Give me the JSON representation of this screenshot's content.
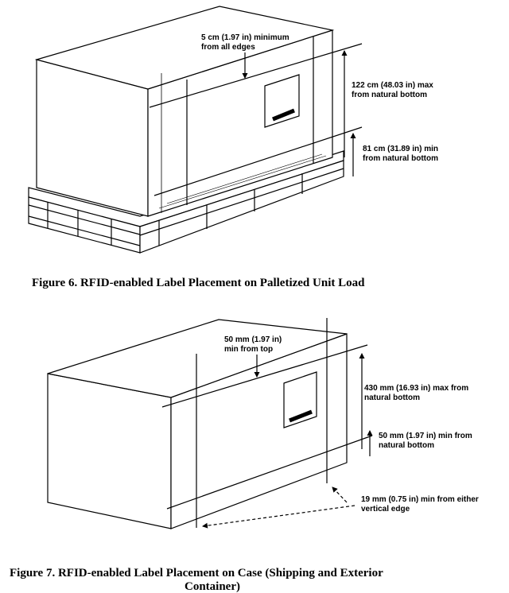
{
  "figure6": {
    "annotations": {
      "min_edges_line1": "5 cm (1.97 in) minimum",
      "min_edges_line2": "from all edges",
      "max_bottom_line1": "122 cm (48.03 in) max",
      "max_bottom_line2": "from natural bottom",
      "min_bottom_line1": "81 cm (31.89 in) min",
      "min_bottom_line2": "from natural bottom"
    },
    "caption": "Figure 6. RFID-enabled Label Placement on Palletized Unit Load"
  },
  "figure7": {
    "annotations": {
      "min_top_line1": "50 mm (1.97 in)",
      "min_top_line2": "min from top",
      "max_bottom_line1": "430 mm (16.93 in) max from",
      "max_bottom_line2": "natural bottom",
      "min_bottom_line1": "50 mm (1.97 in) min from",
      "min_bottom_line2": "natural bottom",
      "vertical_edge_line1": "19 mm (0.75 in) min from either",
      "vertical_edge_line2": "vertical edge"
    },
    "caption_line1": "Figure 7. RFID-enabled Label Placement on Case (Shipping and Exterior",
    "caption_line2": "Container)"
  }
}
